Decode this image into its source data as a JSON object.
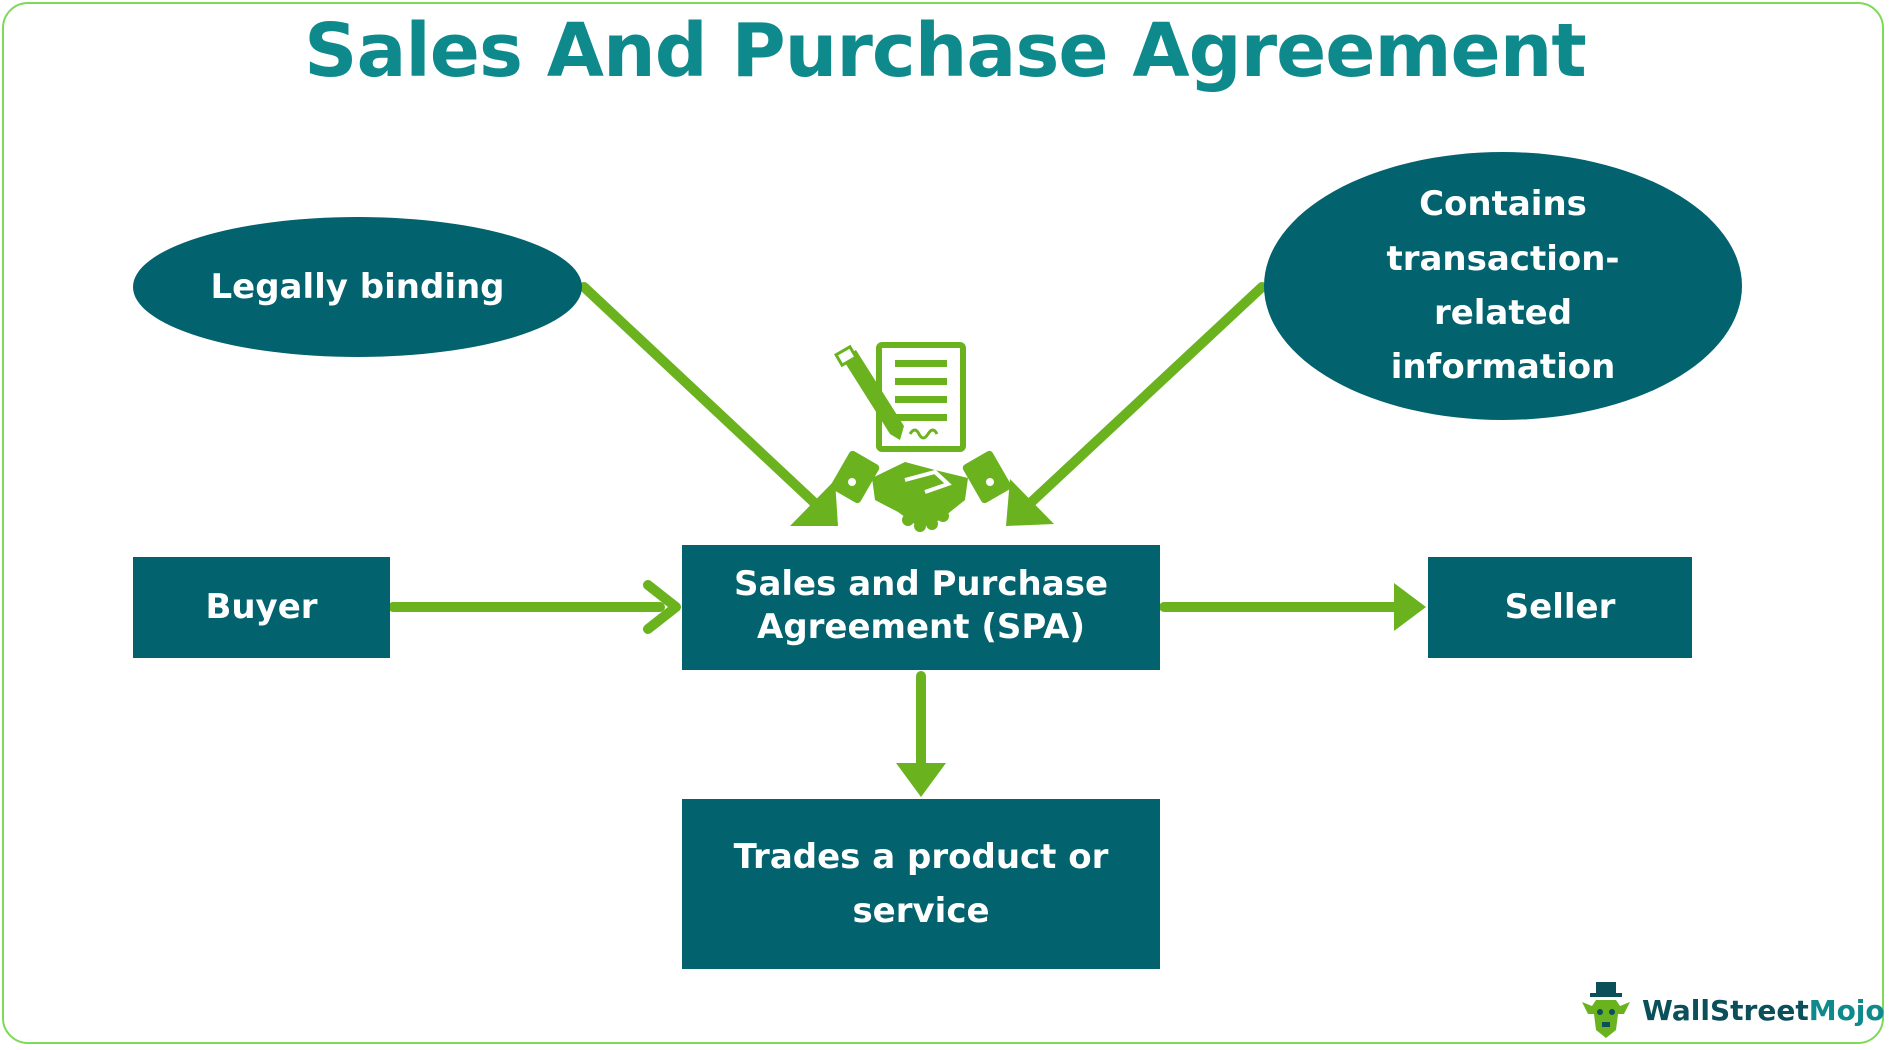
{
  "title": "Sales And Purchase Agreement",
  "nodes": {
    "legally_binding": "Legally binding",
    "contains_info": "Contains transaction-related information",
    "buyer": "Buyer",
    "spa": "Sales and Purchase Agreement (SPA)",
    "seller": "Seller",
    "trades": "Trades a product or service"
  },
  "brand": {
    "name_part1": "WallStreet",
    "name_part2": "Mojo"
  },
  "icons": [
    "contract-document-icon",
    "pen-icon",
    "handshake-icon",
    "wallstreetmojo-logo-icon"
  ],
  "colors": {
    "node_fill": "#02626e",
    "arrow": "#6ab31f",
    "title": "#0e8a8c",
    "border": "#7ed957"
  }
}
